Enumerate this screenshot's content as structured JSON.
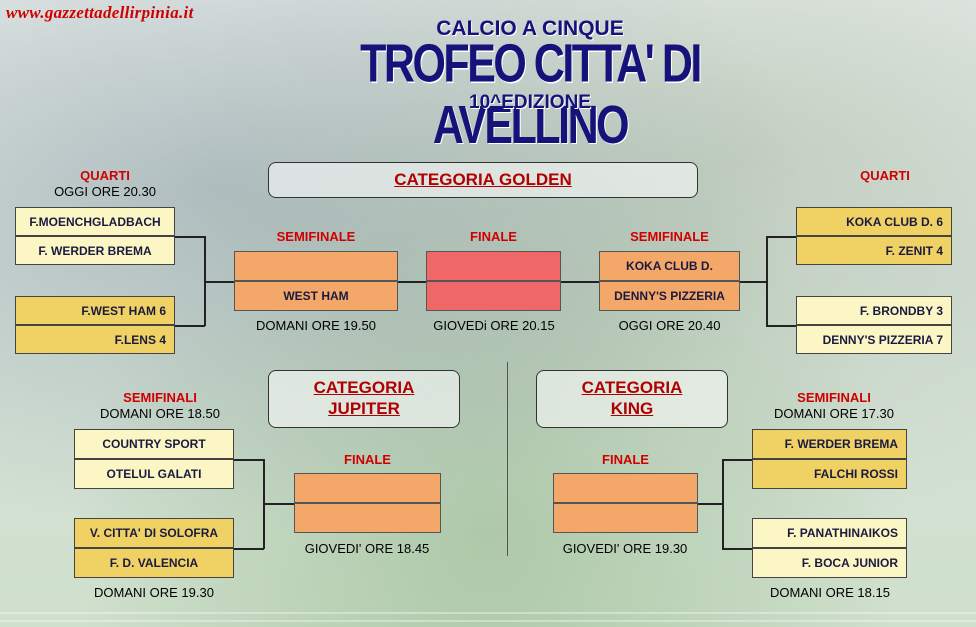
{
  "site": "www.gazzettadellirpinia.it",
  "title": {
    "top": "CALCIO A CINQUE",
    "main": "TROFEO CITTA' DI AVELLINO",
    "edition": "10^EDIZIONE"
  },
  "golden": {
    "header": "CATEGORIA GOLDEN",
    "left_quarters_label": "QUARTI",
    "left_quarters_time": "OGGI ORE 20.30",
    "right_quarters_label": "QUARTI",
    "q1": [
      "F.MOENCHGLADBACH",
      "F. WERDER BREMA"
    ],
    "q2": [
      "F.WEST HAM 6",
      "F.LENS 4"
    ],
    "q3": [
      "KOKA CLUB D. 6",
      "F. ZENIT 4"
    ],
    "q4": [
      "F. BRONDBY 3",
      "DENNY'S PIZZERIA 7"
    ],
    "semi_left_label": "SEMIFINALE",
    "semi_left": [
      "",
      "WEST HAM"
    ],
    "semi_left_time": "DOMANI ORE 19.50",
    "final_label": "FINALE",
    "final_time": "GIOVEDi ORE 20.15",
    "semi_right_label": "SEMIFINALE",
    "semi_right": [
      "KOKA CLUB D.",
      "DENNY'S PIZZERIA"
    ],
    "semi_right_time": "OGGI ORE 20.40"
  },
  "jupiter": {
    "header_line1": "CATEGORIA",
    "header_line2": "JUPITER",
    "semis_label": "SEMIFINALI",
    "semis_time": "DOMANI ORE 18.50",
    "s1": [
      "COUNTRY SPORT",
      "OTELUL GALATI"
    ],
    "s2": [
      "V. CITTA' DI SOLOFRA",
      "F. D. VALENCIA"
    ],
    "s2_time": "DOMANI ORE 19.30",
    "final_label": "FINALE",
    "final_time": "GIOVEDI'  ORE 18.45"
  },
  "king": {
    "header_line1": "CATEGORIA",
    "header_line2": "KING",
    "semis_label": "SEMIFINALI",
    "semis_time": "DOMANI ORE 17.30",
    "s1": [
      "F. WERDER BREMA",
      "FALCHI ROSSI"
    ],
    "s2": [
      "F. PANATHINAIKOS",
      "F. BOCA JUNIOR"
    ],
    "s2_time": "DOMANI ORE 18.15",
    "final_label": "FINALE",
    "final_time": "GIOVEDI'  ORE 19.30"
  },
  "colors": {
    "accent_red": "#d10000",
    "title_blue": "#15127a",
    "team_light": "#fbf6c4",
    "team_dark": "#f0d163",
    "semi_orange": "#f3a769",
    "final_red": "#f06767"
  }
}
